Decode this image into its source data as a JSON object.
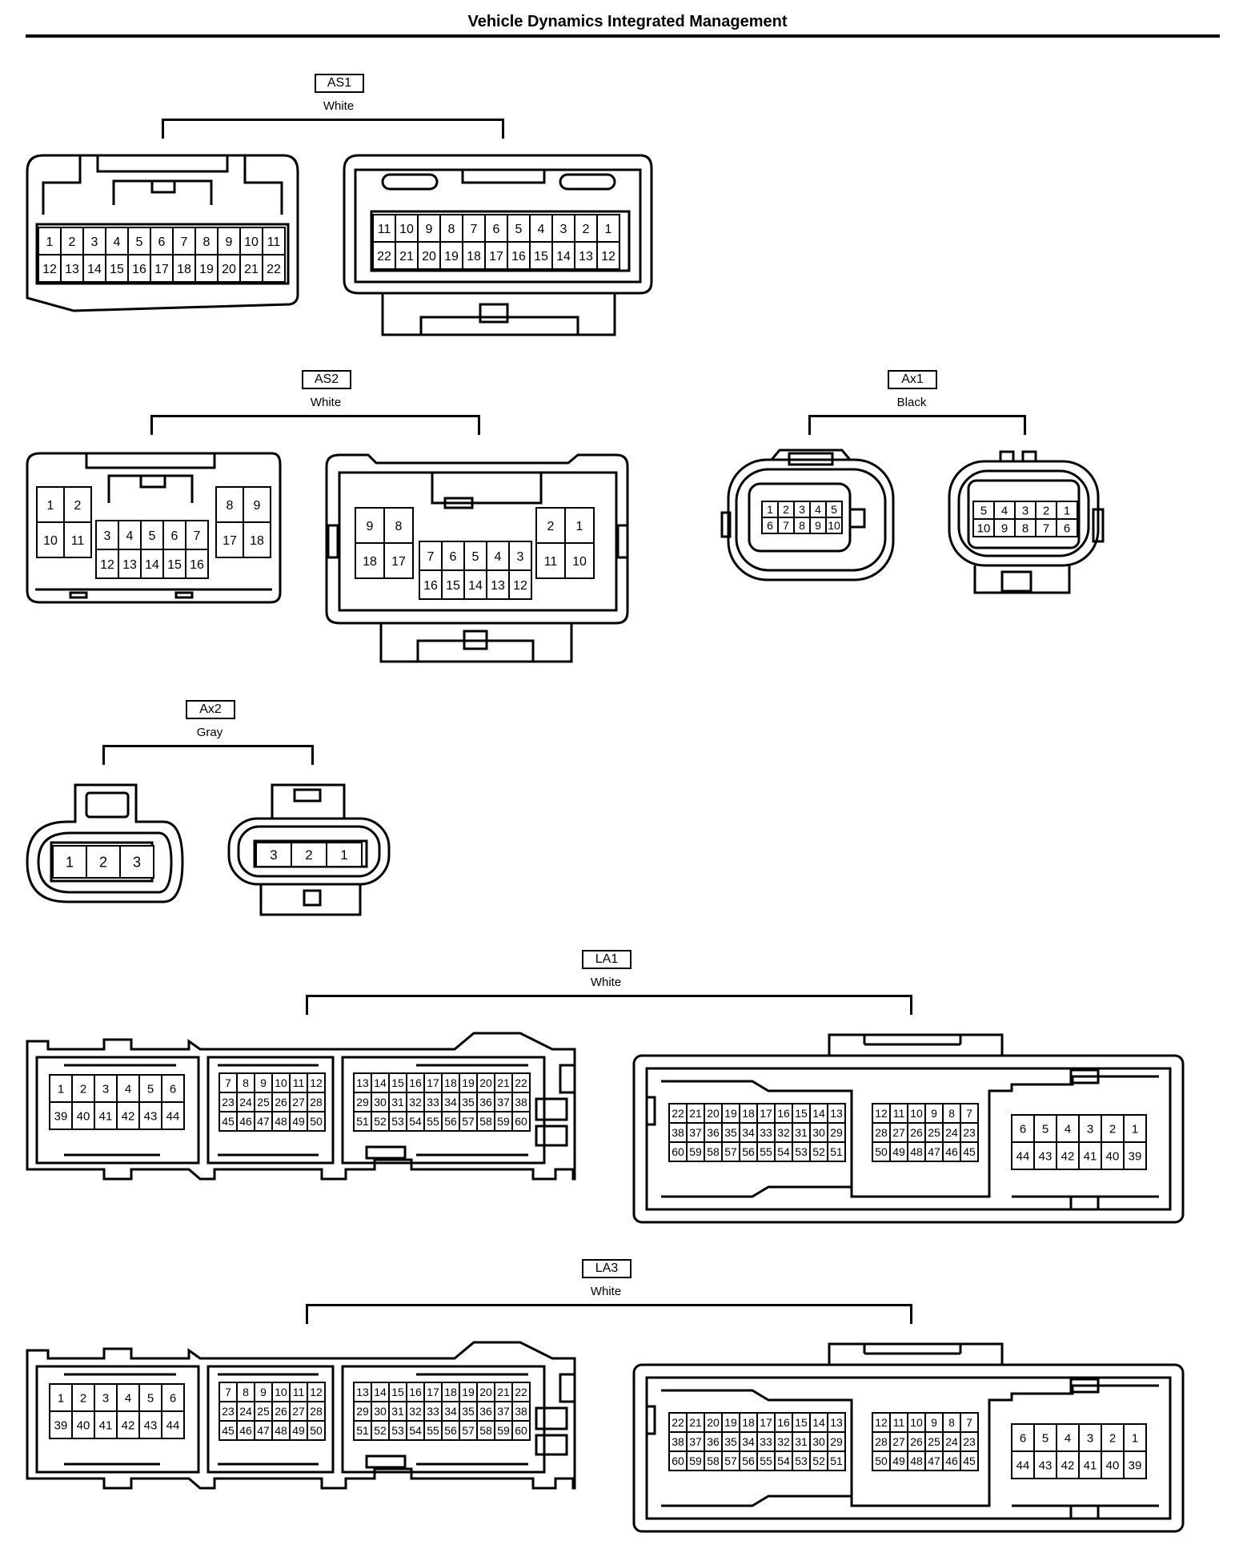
{
  "title": "Vehicle Dynamics Integrated Management",
  "connectors": {
    "AS1": {
      "code": "AS1",
      "color": "White",
      "harness_rows": [
        [
          "1",
          "2",
          "3",
          "4",
          "5",
          "6",
          "7",
          "8",
          "9",
          "10",
          "11"
        ],
        [
          "12",
          "13",
          "14",
          "15",
          "16",
          "17",
          "18",
          "19",
          "20",
          "21",
          "22"
        ]
      ],
      "component_rows": [
        [
          "11",
          "10",
          "9",
          "8",
          "7",
          "6",
          "5",
          "4",
          "3",
          "2",
          "1"
        ],
        [
          "22",
          "21",
          "20",
          "19",
          "18",
          "17",
          "16",
          "15",
          "14",
          "13",
          "12"
        ]
      ]
    },
    "AS2": {
      "code": "AS2",
      "color": "White",
      "harness_groups": {
        "left": [
          [
            "1",
            "2"
          ],
          [
            "10",
            "11"
          ]
        ],
        "middle": [
          [
            "3",
            "4",
            "5",
            "6",
            "7"
          ],
          [
            "12",
            "13",
            "14",
            "15",
            "16"
          ]
        ],
        "right": [
          [
            "8",
            "9"
          ],
          [
            "17",
            "18"
          ]
        ]
      },
      "component_groups": {
        "left": [
          [
            "9",
            "8"
          ],
          [
            "18",
            "17"
          ]
        ],
        "middle": [
          [
            "7",
            "6",
            "5",
            "4",
            "3"
          ],
          [
            "16",
            "15",
            "14",
            "13",
            "12"
          ]
        ],
        "right": [
          [
            "2",
            "1"
          ],
          [
            "11",
            "10"
          ]
        ]
      }
    },
    "Ax1": {
      "code": "Ax1",
      "color": "Black",
      "harness_rows": [
        [
          "1",
          "2",
          "3",
          "4",
          "5"
        ],
        [
          "6",
          "7",
          "8",
          "9",
          "10"
        ]
      ],
      "component_rows": [
        [
          "5",
          "4",
          "3",
          "2",
          "1"
        ],
        [
          "10",
          "9",
          "8",
          "7",
          "6"
        ]
      ]
    },
    "Ax2": {
      "code": "Ax2",
      "color": "Gray",
      "harness_rows": [
        [
          "1",
          "2",
          "3"
        ]
      ],
      "component_rows": [
        [
          "3",
          "2",
          "1"
        ]
      ]
    },
    "LA1": {
      "code": "LA1",
      "color": "White",
      "harness_groups": [
        [
          [
            "1",
            "2",
            "3",
            "4",
            "5",
            "6"
          ],
          [
            "39",
            "40",
            "41",
            "42",
            "43",
            "44"
          ]
        ],
        [
          [
            "7",
            "8",
            "9",
            "10",
            "11",
            "12"
          ],
          [
            "23",
            "24",
            "25",
            "26",
            "27",
            "28"
          ],
          [
            "45",
            "46",
            "47",
            "48",
            "49",
            "50"
          ]
        ],
        [
          [
            "13",
            "14",
            "15",
            "16",
            "17",
            "18",
            "19",
            "20",
            "21",
            "22"
          ],
          [
            "29",
            "30",
            "31",
            "32",
            "33",
            "34",
            "35",
            "36",
            "37",
            "38"
          ],
          [
            "51",
            "52",
            "53",
            "54",
            "55",
            "56",
            "57",
            "58",
            "59",
            "60"
          ]
        ]
      ],
      "component_groups": [
        [
          [
            "22",
            "21",
            "20",
            "19",
            "18",
            "17",
            "16",
            "15",
            "14",
            "13"
          ],
          [
            "38",
            "37",
            "36",
            "35",
            "34",
            "33",
            "32",
            "31",
            "30",
            "29"
          ],
          [
            "60",
            "59",
            "58",
            "57",
            "56",
            "55",
            "54",
            "53",
            "52",
            "51"
          ]
        ],
        [
          [
            "12",
            "11",
            "10",
            "9",
            "8",
            "7"
          ],
          [
            "28",
            "27",
            "26",
            "25",
            "24",
            "23"
          ],
          [
            "50",
            "49",
            "48",
            "47",
            "46",
            "45"
          ]
        ],
        [
          [
            "6",
            "5",
            "4",
            "3",
            "2",
            "1"
          ],
          [
            "44",
            "43",
            "42",
            "41",
            "40",
            "39"
          ]
        ]
      ]
    },
    "LA3": {
      "code": "LA3",
      "color": "White",
      "harness_groups": [
        [
          [
            "1",
            "2",
            "3",
            "4",
            "5",
            "6"
          ],
          [
            "39",
            "40",
            "41",
            "42",
            "43",
            "44"
          ]
        ],
        [
          [
            "7",
            "8",
            "9",
            "10",
            "11",
            "12"
          ],
          [
            "23",
            "24",
            "25",
            "26",
            "27",
            "28"
          ],
          [
            "45",
            "46",
            "47",
            "48",
            "49",
            "50"
          ]
        ],
        [
          [
            "13",
            "14",
            "15",
            "16",
            "17",
            "18",
            "19",
            "20",
            "21",
            "22"
          ],
          [
            "29",
            "30",
            "31",
            "32",
            "33",
            "34",
            "35",
            "36",
            "37",
            "38"
          ],
          [
            "51",
            "52",
            "53",
            "54",
            "55",
            "56",
            "57",
            "58",
            "59",
            "60"
          ]
        ]
      ],
      "component_groups": [
        [
          [
            "22",
            "21",
            "20",
            "19",
            "18",
            "17",
            "16",
            "15",
            "14",
            "13"
          ],
          [
            "38",
            "37",
            "36",
            "35",
            "34",
            "33",
            "32",
            "31",
            "30",
            "29"
          ],
          [
            "60",
            "59",
            "58",
            "57",
            "56",
            "55",
            "54",
            "53",
            "52",
            "51"
          ]
        ],
        [
          [
            "12",
            "11",
            "10",
            "9",
            "8",
            "7"
          ],
          [
            "28",
            "27",
            "26",
            "25",
            "24",
            "23"
          ],
          [
            "50",
            "49",
            "48",
            "47",
            "46",
            "45"
          ]
        ],
        [
          [
            "6",
            "5",
            "4",
            "3",
            "2",
            "1"
          ],
          [
            "44",
            "43",
            "42",
            "41",
            "40",
            "39"
          ]
        ]
      ]
    }
  }
}
